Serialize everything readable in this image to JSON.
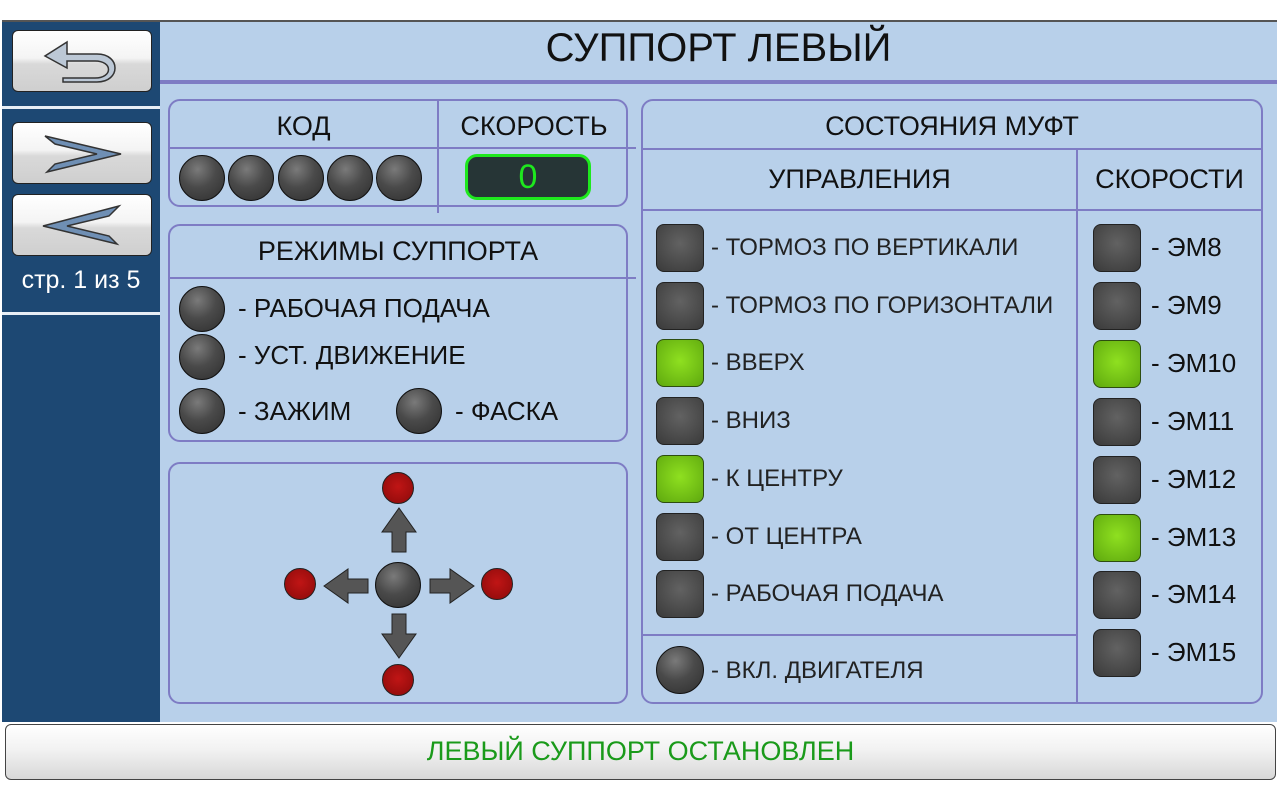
{
  "title": "СУППОРТ ЛЕВЫЙ",
  "sidebar": {
    "page_text": "стр. 1 из 5",
    "back_icon": "back-arrow-icon",
    "next_icon": "chevron-right-icon",
    "prev_icon": "chevron-left-icon"
  },
  "code_panel": {
    "code_label": "КОД",
    "speed_label": "СКОРОСТЬ",
    "speed_value": "0",
    "code_bits": [
      0,
      0,
      0,
      0,
      0
    ]
  },
  "modes": {
    "title": "РЕЖИМЫ СУППОРТА",
    "items": [
      {
        "label": "- РАБОЧАЯ ПОДАЧА",
        "on": false
      },
      {
        "label": "- УСТ. ДВИЖЕНИЕ",
        "on": false
      },
      {
        "label": "- ЗАЖИМ",
        "on": false
      },
      {
        "label": "- ФАСКА",
        "on": false
      }
    ]
  },
  "clutch": {
    "title": "СОСТОЯНИЯ МУФТ",
    "control_header": "УПРАВЛЕНИЯ",
    "speed_header": "СКОРОСТИ",
    "control": [
      {
        "label": "- ТОРМОЗ ПО ВЕРТИКАЛИ",
        "on": false
      },
      {
        "label": "- ТОРМОЗ ПО ГОРИЗОНТАЛИ",
        "on": false
      },
      {
        "label": "- ВВЕРХ",
        "on": true
      },
      {
        "label": "- ВНИЗ",
        "on": false
      },
      {
        "label": "- К ЦЕНТРУ",
        "on": true
      },
      {
        "label": "- ОТ ЦЕНТРА",
        "on": false
      },
      {
        "label": "- РАБОЧАЯ ПОДАЧА",
        "on": false
      }
    ],
    "motor_label": "- ВКЛ. ДВИГАТЕЛЯ",
    "speeds": [
      {
        "label": "- ЭМ8",
        "on": false
      },
      {
        "label": "- ЭМ9",
        "on": false
      },
      {
        "label": "- ЭМ10",
        "on": true
      },
      {
        "label": "- ЭМ11",
        "on": false
      },
      {
        "label": "- ЭМ12",
        "on": false
      },
      {
        "label": "- ЭМ13",
        "on": true
      },
      {
        "label": "- ЭМ14",
        "on": false
      },
      {
        "label": "- ЭМ15",
        "on": false
      }
    ]
  },
  "status": "ЛЕВЫЙ СУППОРТ ОСТАНОВЛЕН",
  "colors": {
    "sidebar": "#1d4873",
    "main": "#b8d0ea",
    "border": "#7e7cc4",
    "on": "#78c814",
    "status_text": "#1a9a1a",
    "limit": "#b01010"
  }
}
